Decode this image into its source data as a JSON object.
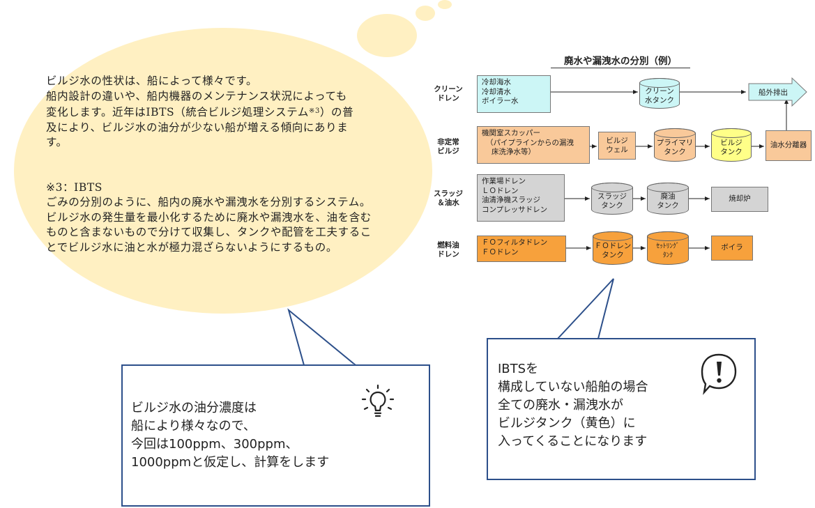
{
  "note": {
    "lines": [
      "ビルジ水の性状は、船によって様々です。",
      "船内設計の違いや、船内機器のメンテナンス状況によっても",
      "変化します。近年はIBTS（統合ビルジ処理システム",
      "）の普",
      "及により、ビルジ水の油分が少ない船が増える傾向にありま",
      "す。"
    ],
    "footnote_mark": "※3",
    "footnote_title": "※3：IBTS",
    "footnote_lines": [
      "ごみの分別のように、船内の廃水や漏洩水を分別するシステム。",
      "ビルジ水の発生量を最小化するために廃水や漏洩水を、油を含む",
      "ものと含まないもので分けて収集し、タンクや配管を工夫するこ",
      "とでビルジ水に油と水が極力混ざらないようにするもの。"
    ]
  },
  "diagram": {
    "title": "廃水や漏洩水の分別（例）",
    "rows": {
      "clean": {
        "label_lines": [
          "クリーン",
          "ドレン"
        ],
        "source_lines": [
          "冷却海水",
          "冷却清水",
          "ボイラー水"
        ],
        "tank_lines": [
          "クリーン",
          "水タンク"
        ],
        "discharge": "船外排出"
      },
      "emergency": {
        "label_lines": [
          "非定常",
          "ビルジ"
        ],
        "source_lines": [
          "機関室スカッパー",
          "（パイプラインからの漏洩",
          "床洗浄水等）"
        ],
        "well_lines": [
          "ビルジ",
          "ウェル"
        ],
        "primary_lines": [
          "プライマリ",
          "タンク"
        ],
        "bilge_lines": [
          "ビルジ",
          "タンク"
        ],
        "separator": "油水分離器"
      },
      "sludge": {
        "label_lines": [
          "スラッジ",
          "＆油水"
        ],
        "source_lines": [
          "作業場ドレン",
          "ＬＯドレン",
          "油清浄機スラッジ",
          "コンプレッサドレン"
        ],
        "sludge_tank_lines": [
          "スラッジ",
          "タンク"
        ],
        "waste_oil_lines": [
          "廃油",
          "タンク"
        ],
        "incinerator": "焼却炉"
      },
      "fuel": {
        "label_lines": [
          "燃料油",
          "ドレン"
        ],
        "source_lines": [
          "ＦＯフィルタドレン",
          "ＦＯドレン"
        ],
        "drain_tank_lines": [
          "ＦＯドレン",
          "タンク"
        ],
        "settling_tank_lines": [
          "ｾｯﾄﾘﾝｸﾞ",
          "ﾀﾝｸ"
        ],
        "boiler": "ボイラ"
      }
    }
  },
  "callout_left": {
    "lines": [
      "ビルジ水の油分濃度は",
      "船により様々なので、",
      "今回は100ppm、300ppm、",
      "1000ppmと仮定し、計算をします"
    ],
    "icon": "lightbulb-icon"
  },
  "callout_right": {
    "lines": [
      "IBTSを",
      "構成していない船舶の場合",
      "全ての廃水・漏洩水が",
      "ビルジタンク（黄色）に",
      "入ってくることになります"
    ],
    "icon": "exclamation-bubble-icon"
  },
  "colors": {
    "cloud": "#fff0c2",
    "clean": "#ccf6f6",
    "emergency": "#f9c99a",
    "bilge": "#ffff88",
    "sludge": "#d4d4d4",
    "fuel": "#f7a13c",
    "callout_border": "#2c4f8a"
  }
}
